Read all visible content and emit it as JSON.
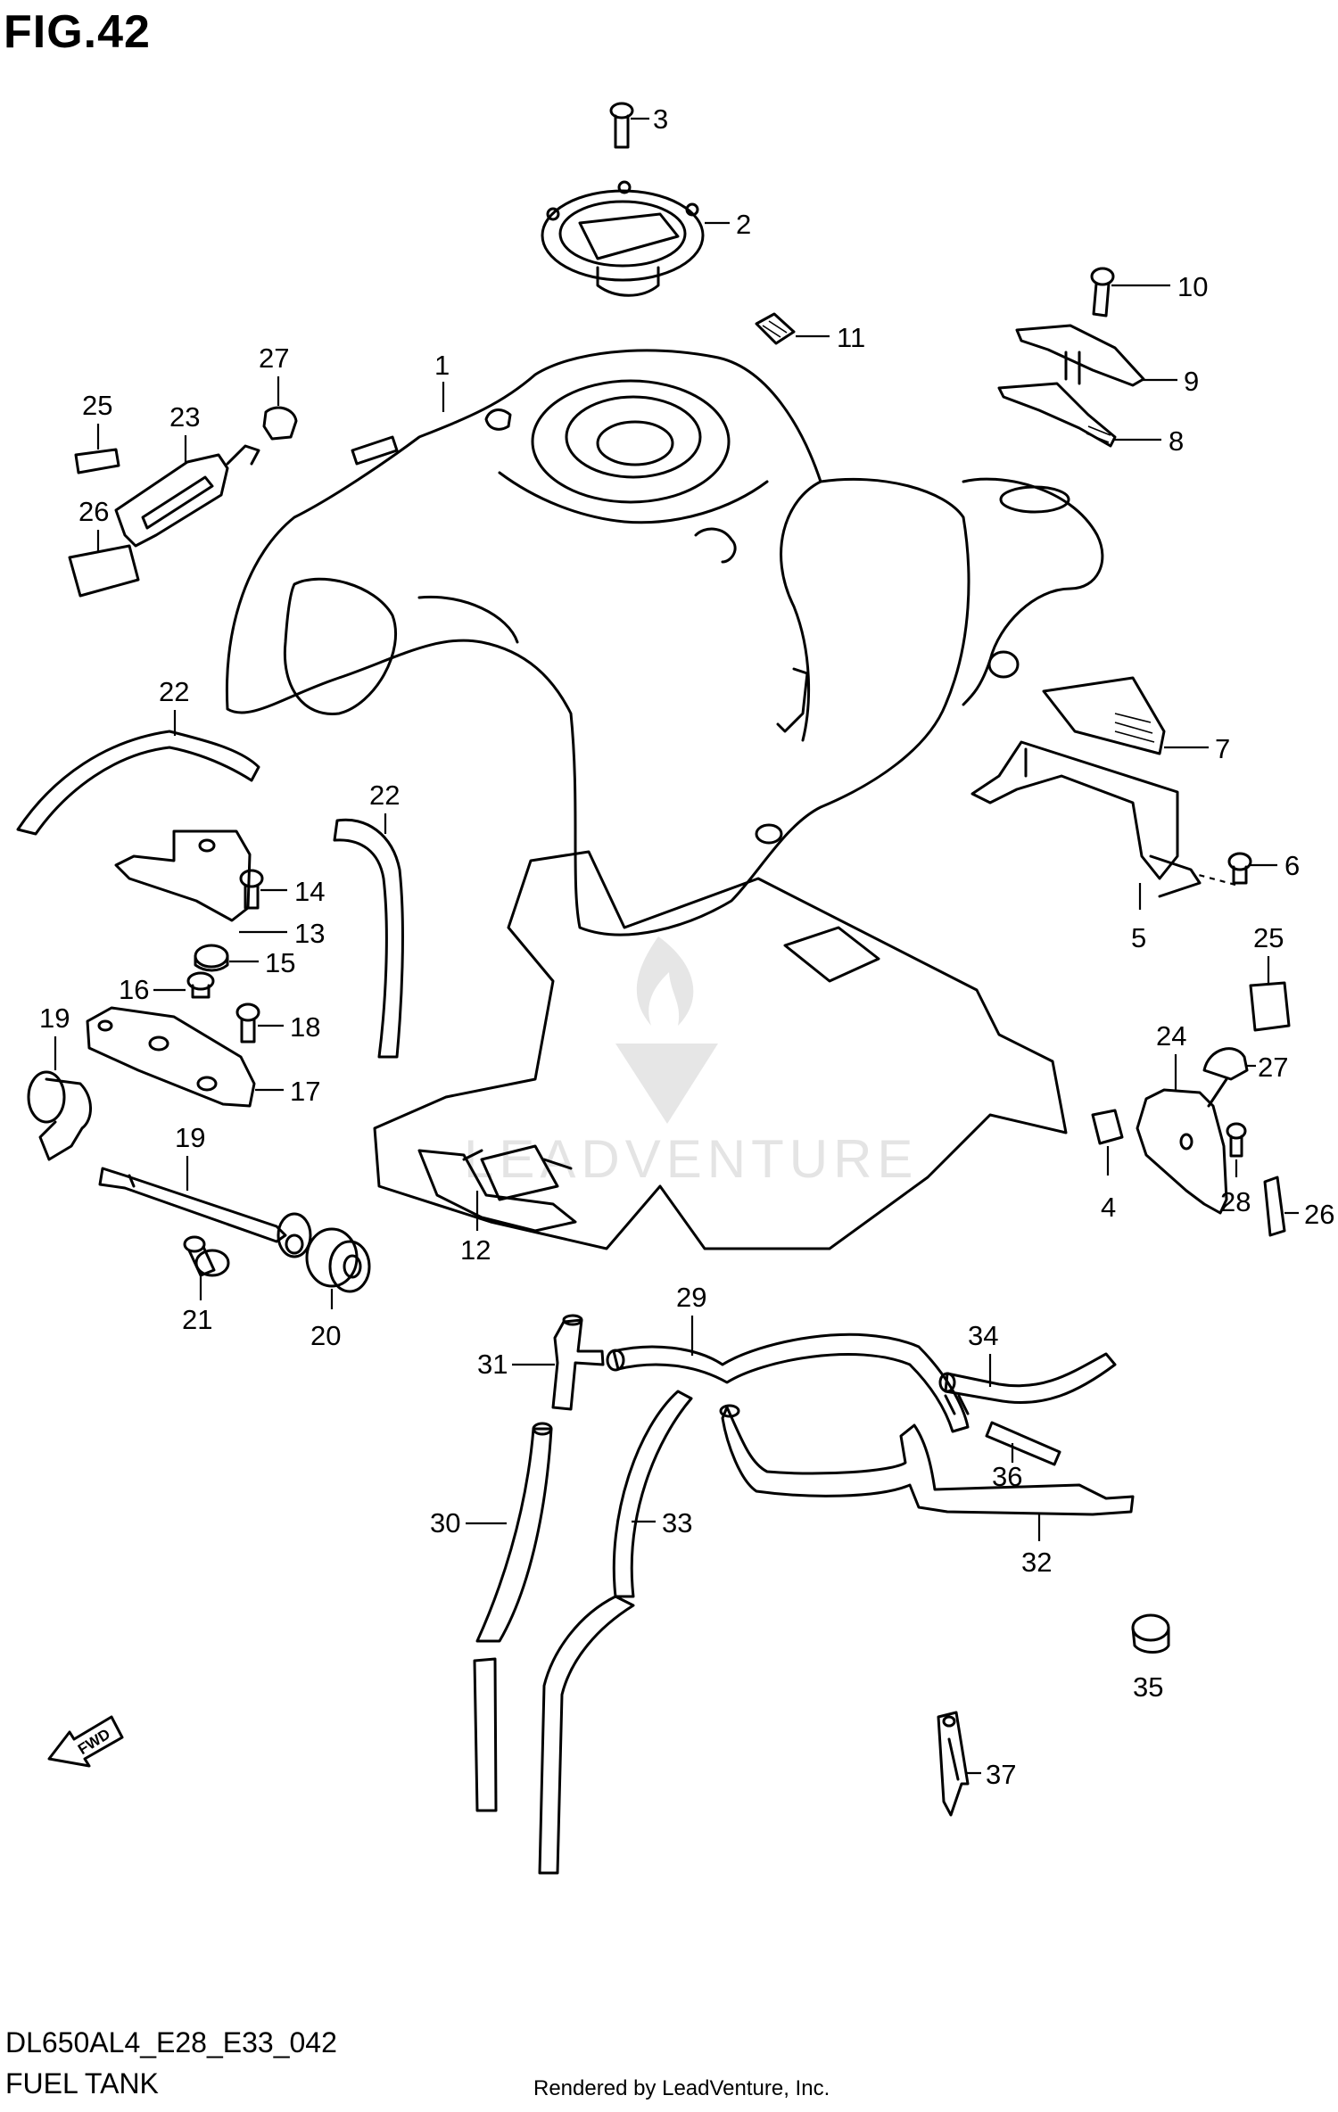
{
  "figure_title": "FIG.42",
  "model_code": "DL650AL4_E28_E33_042",
  "section_name": "FUEL TANK",
  "credit": "Rendered by LeadVenture, Inc.",
  "watermark_text": "LEADVENTURE",
  "fwd_label": "FWD",
  "callouts": [
    "1",
    "2",
    "3",
    "4",
    "5",
    "6",
    "7",
    "8",
    "9",
    "10",
    "11",
    "12",
    "13",
    "14",
    "15",
    "16",
    "17",
    "18",
    "19",
    "19",
    "20",
    "21",
    "22",
    "22",
    "23",
    "24",
    "25",
    "25",
    "26",
    "26",
    "27",
    "27",
    "28",
    "29",
    "30",
    "31",
    "32",
    "33",
    "34",
    "35",
    "36",
    "37"
  ]
}
